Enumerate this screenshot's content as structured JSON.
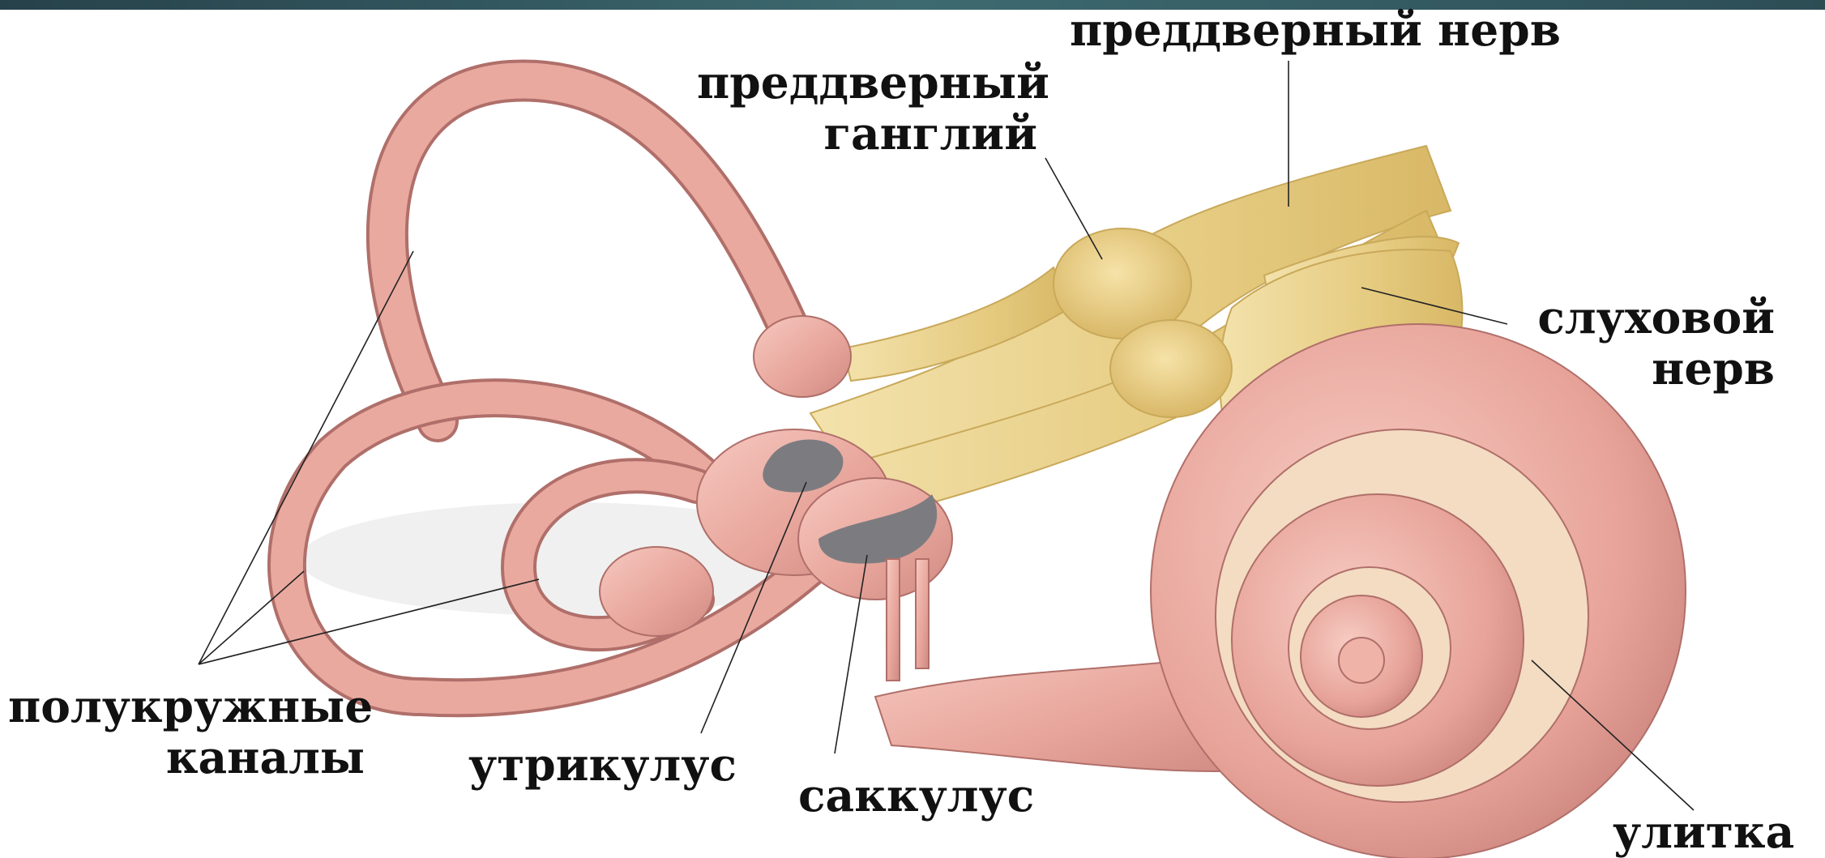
{
  "labels": {
    "vestibular_nerve": "преддверный нерв",
    "vestibular_ganglion_1": "преддверный",
    "vestibular_ganglion_2": "ганглий",
    "auditory_nerve_1": "слуховой",
    "auditory_nerve_2": "нерв",
    "semicircular_1": "полукружные",
    "semicircular_2": "каналы",
    "utricle": "утрикулус",
    "saccule": "саккулус",
    "cochlea": "улитка"
  },
  "colors": {
    "labyrinth": "#e8a69c",
    "labyrinth_edge": "#b06f6a",
    "nerve": "#e8cf86",
    "macula": "#7c7c80",
    "leader_line": "#222222",
    "top_bar": "#2f5358"
  }
}
